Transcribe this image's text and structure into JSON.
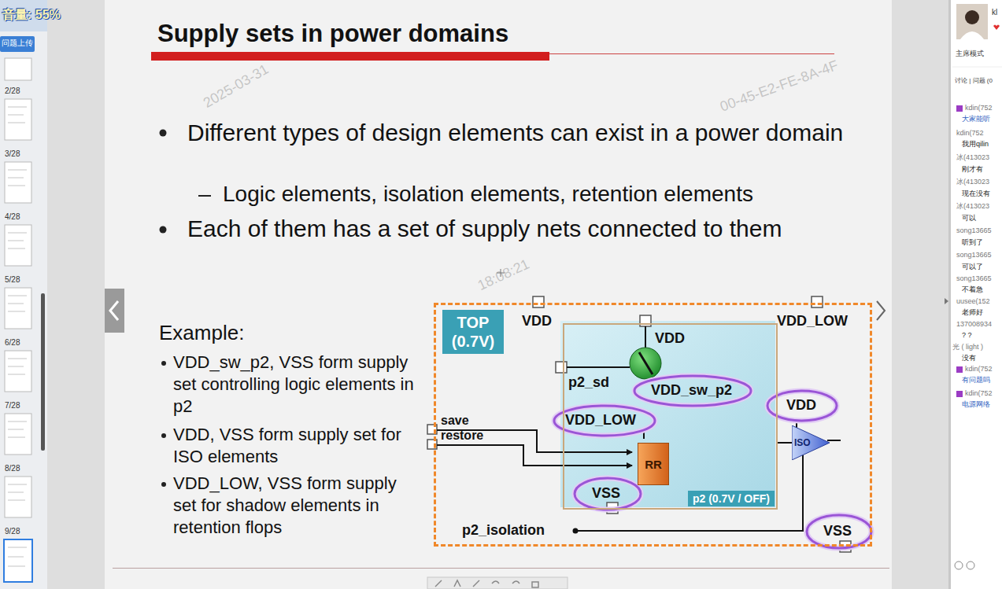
{
  "diagram": {
    "title": "Supply sets in power domains",
    "nodes": [
      {
        "text": [
          "TOP (0.7V)"
        ]
      },
      {
        "text": [
          "p2 (0.7V / OFF)"
        ],
        "in": 0
      },
      {
        "text": [
          "RR"
        ],
        "in": 1
      },
      {
        "text": [
          "ISO"
        ],
        "in": 0
      }
    ],
    "edges": [
      {
        "from": 1,
        "to": 3,
        "arrow": "none"
      }
    ],
    "labels": [
      "Different types of design elements can exist in a power domain",
      "Logic elements, isolation elements, retention elements",
      "Each of them has a set of supply nets connected to them",
      "Example:",
      "VDD_sw_p2, VSS form supply set controlling logic elements in p2",
      "VDD, VSS form supply set for ISO elements",
      "VDD_LOW, VSS form supply set for shadow elements in retention flops",
      "VDD",
      "VDD_LOW",
      "VDD",
      "p2_sd",
      "VDD_sw_p2",
      "VDD_LOW",
      "save",
      "restore",
      "VSS",
      "VDD",
      "p2_isolation",
      "VSS",
      "2025-03-31",
      "00-45-E2-FE-8A-4F",
      "18:08:21",
      "音量: 55%",
      "问题上传",
      "2/28",
      "3/28",
      "4/28",
      "5/28",
      "6/28",
      "7/28",
      "8/28",
      "9/28",
      "kl",
      "主席模式",
      "讨论 | 问题 (0",
      "kdin(752",
      "大家能听",
      "kdin(752",
      "我用qilin",
      "冰(413023",
      "刚才有",
      "冰(413023",
      "现在没有",
      "冰(413023",
      "可以",
      "song13665",
      "听到了",
      "song13665",
      "可以了",
      "song13665",
      "不着急",
      "uusee(152",
      "老师好",
      "137008934",
      "? ?",
      "光 ( light )",
      "没有",
      "kdin(752",
      "有问题吗",
      "kdin(752",
      "电源网络"
    ]
  }
}
